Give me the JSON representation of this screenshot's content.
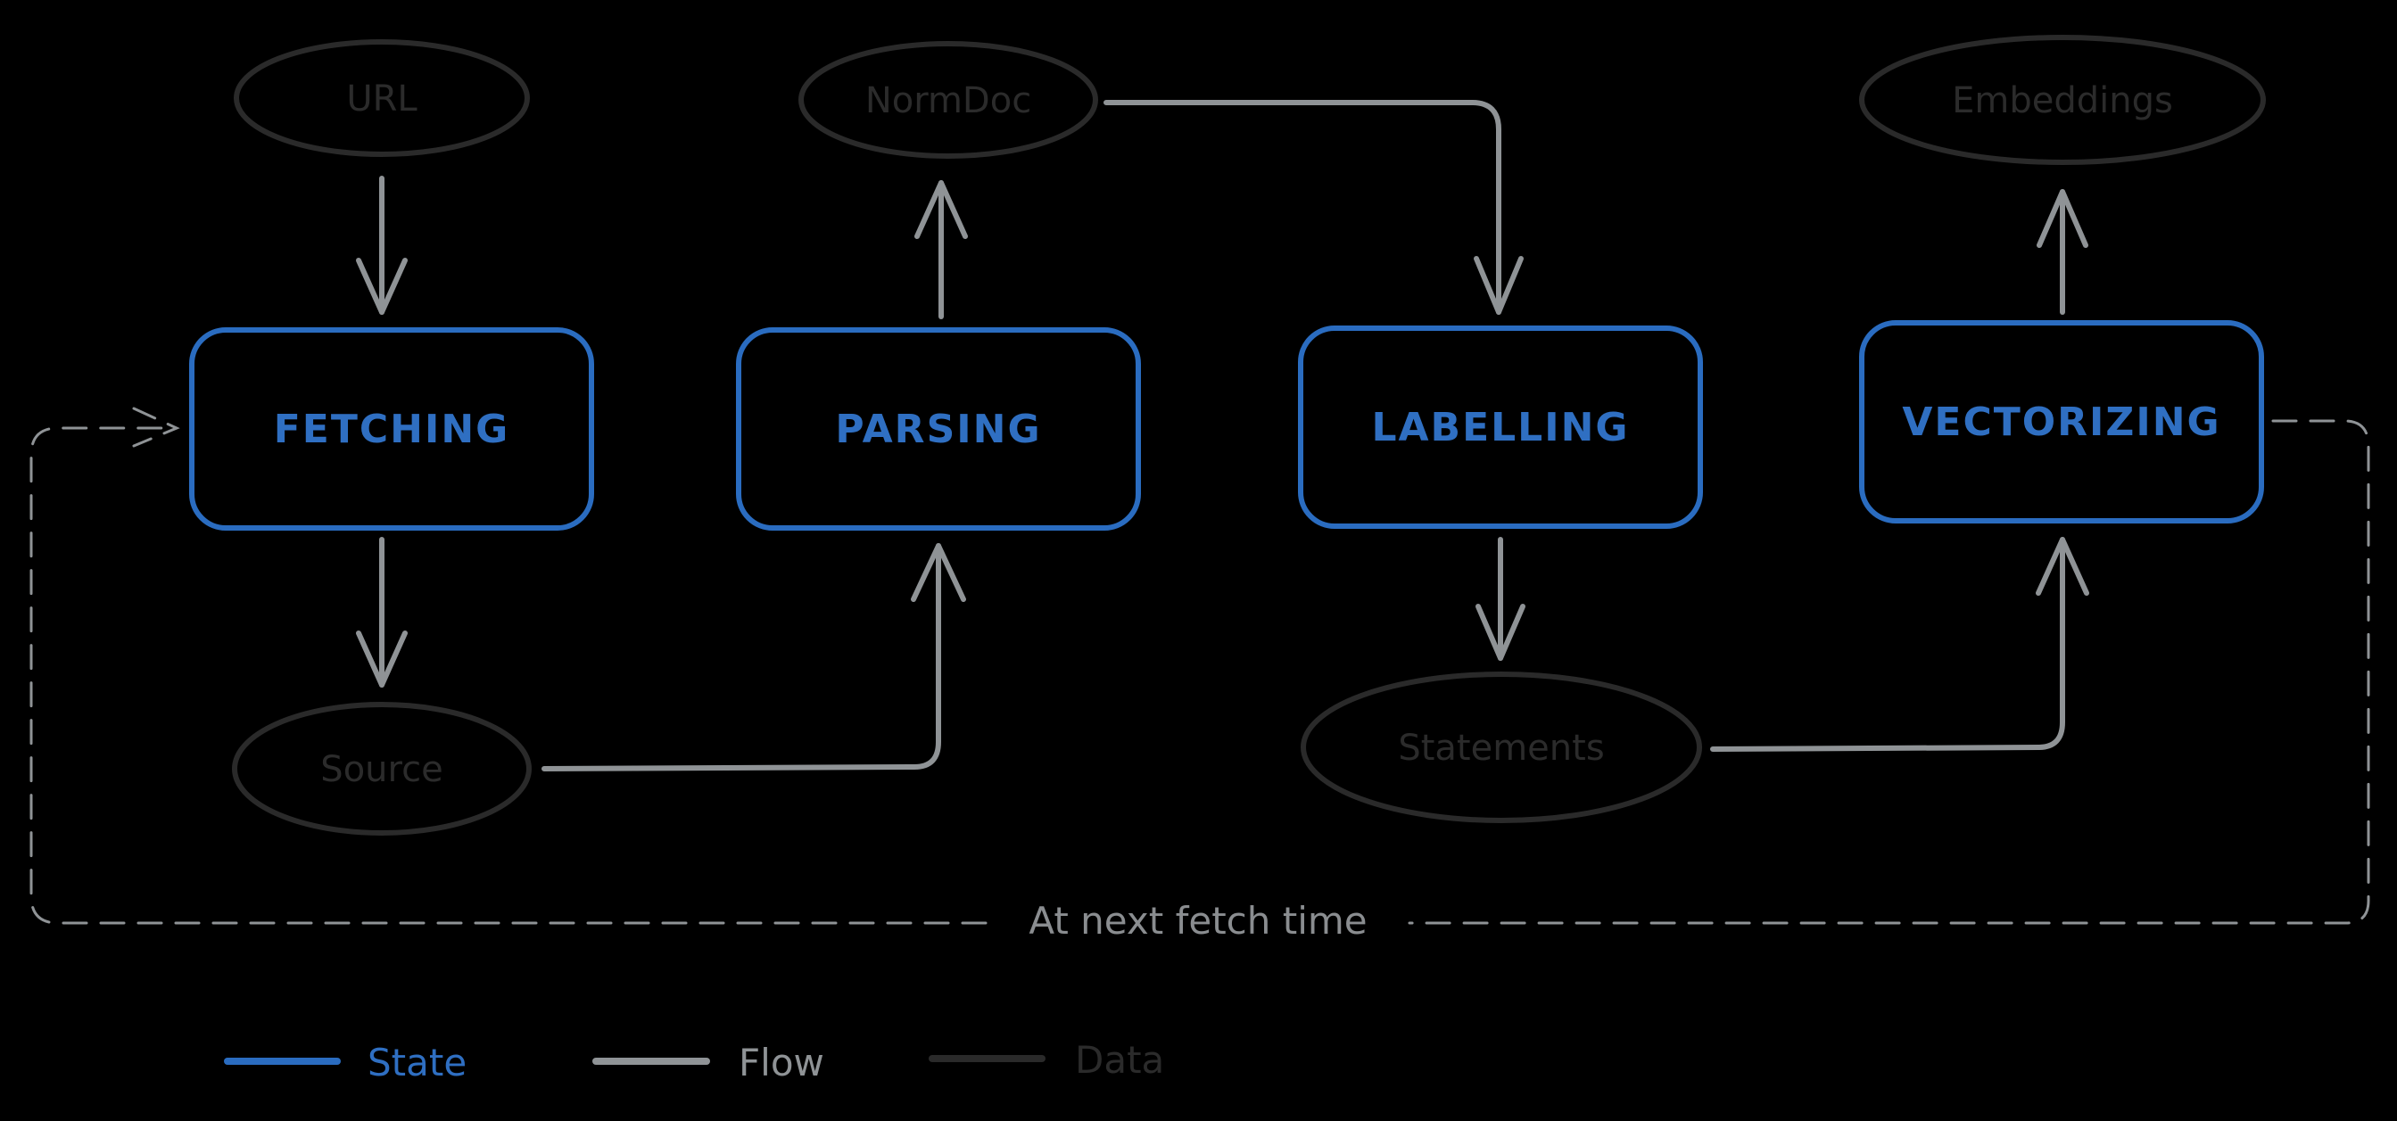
{
  "diagram": {
    "states": [
      {
        "id": "fetching",
        "label": "FETCHING"
      },
      {
        "id": "parsing",
        "label": "PARSING"
      },
      {
        "id": "labelling",
        "label": "LABELLING"
      },
      {
        "id": "vectorizing",
        "label": "VECTORIZING"
      }
    ],
    "data_nodes": [
      {
        "id": "url",
        "label": "URL"
      },
      {
        "id": "source",
        "label": "Source"
      },
      {
        "id": "normdoc",
        "label": "NormDoc"
      },
      {
        "id": "statements",
        "label": "Statements"
      },
      {
        "id": "embeddings",
        "label": "Embeddings"
      }
    ],
    "loop_label": "At next fetch time",
    "colors": {
      "state": "#2a6cc0",
      "flow": "#8f9396",
      "data": "#2a2a2a",
      "background": "#000000"
    }
  },
  "legend": {
    "state": "State",
    "flow": "Flow",
    "data": "Data"
  }
}
